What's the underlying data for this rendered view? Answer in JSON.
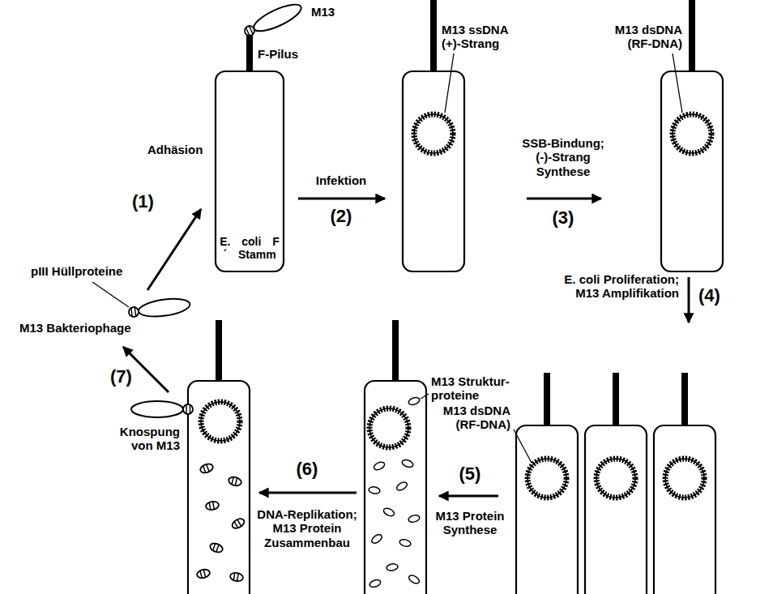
{
  "diagram": {
    "labels": [
      "M13",
      "F-Pilus",
      "Adhäsion",
      "(1)",
      "pIII Hüllproteine",
      "M13 Bakteriophage",
      "E. coli F´ Stamm",
      "Infektion",
      "(2)",
      "M13 ssDNA (+)-Strang",
      "SSB-Bindung; (-)-Strang Synthese",
      "(3)",
      "M13 dsDNA (RF-DNA)",
      "E. coli Proliferation; M13 Amplifikation",
      "(4)",
      "M13 dsDNA (RF-DNA)",
      "(5)",
      "M13 Protein Synthese",
      "M13 Struktur- proteine",
      "(6)",
      "DNA-Replikation; M13 Protein Zusammenbau",
      "(7)",
      "Knospung von M13"
    ]
  }
}
